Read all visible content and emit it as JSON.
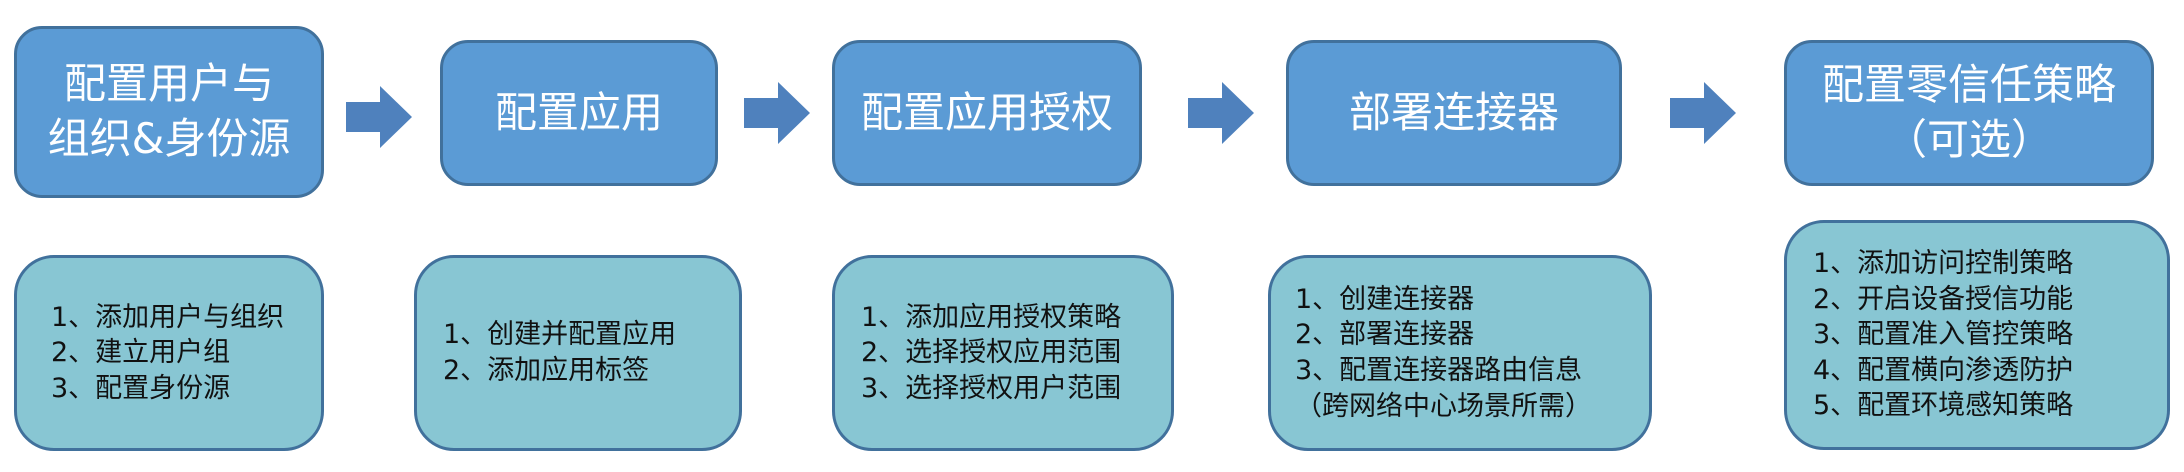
{
  "colors": {
    "step_fill": "#5b9bd5",
    "step_border": "#41719c",
    "detail_fill": "#88c6d3",
    "arrow": "#4f81bd"
  },
  "steps": [
    {
      "title": "配置用户与\n组织&身份源",
      "items": [
        "1、添加用户与组织",
        "2、建立用户组",
        "3、配置身份源"
      ]
    },
    {
      "title": "配置应用",
      "items": [
        "1、创建并配置应用",
        "2、添加应用标签"
      ]
    },
    {
      "title": "配置应用授权",
      "items": [
        "1、添加应用授权策略",
        "2、选择授权应用范围",
        "3、选择授权用户范围"
      ]
    },
    {
      "title": "部署连接器",
      "items": [
        "1、创建连接器",
        "2、部署连接器",
        "3、配置连接器路由信息",
        "（跨网络中心场景所需）"
      ]
    },
    {
      "title": "配置零信任策略\n（可选）",
      "items": [
        "1、添加访问控制策略",
        "2、开启设备授信功能",
        "3、配置准入管控策略",
        "4、配置横向渗透防护",
        "5、配置环境感知策略"
      ]
    }
  ]
}
